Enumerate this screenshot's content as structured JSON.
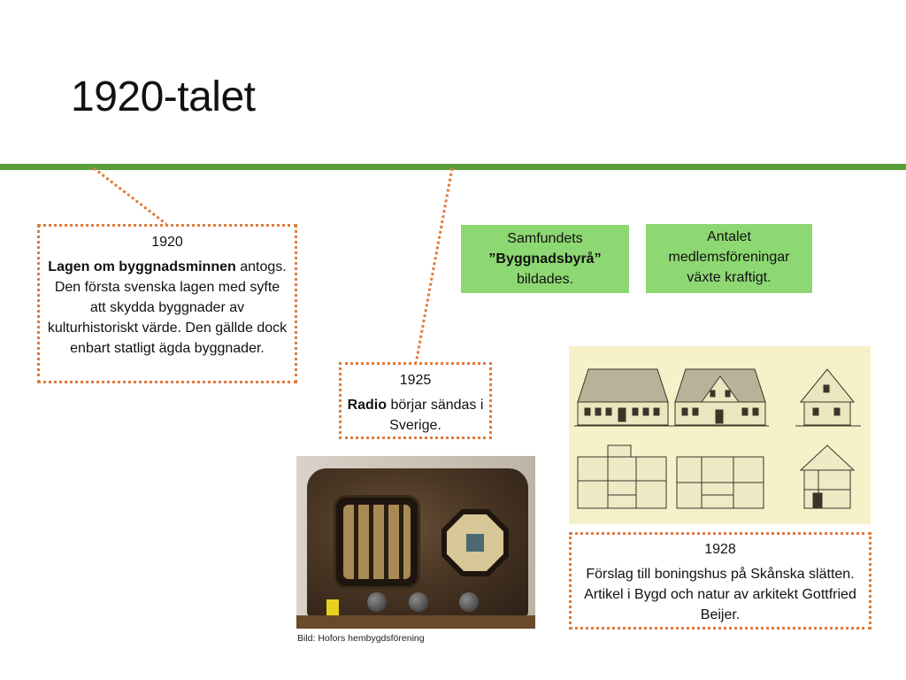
{
  "slide": {
    "title": "1920-talet"
  },
  "events": [
    {
      "year": "1920",
      "bold": "Lagen om byggnadsminnen",
      "text": " antogs. Den första svenska lagen med syfte att skydda byggnader av kulturhistoriskt värde. Den gällde dock enbart statligt ägda byggnader."
    },
    {
      "year": "1925",
      "bold": "Radio",
      "text": " börjar sändas i Sverige."
    },
    {
      "year": "1928",
      "text": "Förslag till boningshus på Skånska slätten. Artikel i Bygd och natur av arkitekt Gottfried Beijer."
    }
  ],
  "notes": [
    {
      "line1": "Samfundets",
      "line2": "”Byggnadsbyrå”",
      "line3": "bildades."
    },
    {
      "text": "Antalet medlemsföreningar växte kraftigt."
    }
  ],
  "images": {
    "radio_caption": "Bild: Hofors hembygdsförening"
  },
  "colors": {
    "timeline": "#5aa03a",
    "dotted_border": "#e07b39",
    "note_fill": "#8ed873"
  }
}
